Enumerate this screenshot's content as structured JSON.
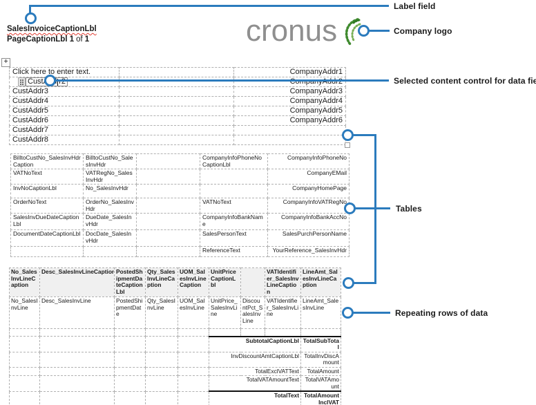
{
  "colors": {
    "callout_blue": "#2b7bbd",
    "logo_gray": "#8f8f8f",
    "logo_green": "#3f8a2e"
  },
  "annotations": {
    "label_field": "Label field",
    "company_logo": "Company logo",
    "selected_cc": "Selected content control for data field",
    "tables": "Tables",
    "repeating_rows": "Repeating rows of data"
  },
  "header": {
    "caption_label": "SalesInvoiceCaptionLbl",
    "page_caption_bold1": "PageCaptionLbl 1",
    "page_caption_mid": "of",
    "page_caption_bold2": "1",
    "logo_text": "cronus"
  },
  "address_table": {
    "placeholder_row": {
      "left": "Click here to enter text.",
      "right": "CompanyAddr1"
    },
    "selected_row": {
      "left_part1": "CustAdd",
      "left_part2": "r2",
      "right": "CompanyAddr2"
    },
    "rows": [
      {
        "left": "CustAddr3",
        "right": "CompanyAddr3"
      },
      {
        "left": "CustAddr4",
        "right": "CompanyAddr4"
      },
      {
        "left": "CustAddr5",
        "right": "CompanyAddr5"
      },
      {
        "left": "CustAddr6",
        "right": "CompanyAddr6"
      },
      {
        "left": "CustAddr7",
        "right": ""
      },
      {
        "left": "CustAddr8",
        "right": ""
      }
    ]
  },
  "info_table": {
    "rows": [
      [
        "BilltoCustNo_SalesInvHdrCaption",
        "BilltoCustNo_SalesInvHdr",
        "",
        "CompanyInfoPhoneNoCaptionLbl",
        "CompanyInfoPhoneNo"
      ],
      [
        "VATNoText",
        "VATRegNo_SalesInvHdr",
        "",
        "",
        "CompanyEMail"
      ],
      [
        "InvNoCaptionLbl",
        "No_SalesInvHdr",
        "",
        "",
        "CompanyHomePage"
      ],
      [
        "OrderNoText",
        "OrderNo_SalesInvHdr",
        "",
        "VATNoText",
        "CompanyInfoVATRegNo"
      ],
      [
        "SalesInvDueDateCaptionLbl",
        "DueDate_SalesInvHdr",
        "",
        "CompanyInfoBankName",
        "CompanyInfoBankAccNo"
      ],
      [
        "DocumentDateCaptionLbl",
        "DocDate_SalesInvHdr",
        "",
        "SalesPersonText",
        "SalesPurchPersonName"
      ],
      [
        "",
        "",
        "",
        "ReferenceText",
        "YourReference_SalesInvHdr"
      ]
    ]
  },
  "lines_table": {
    "header": [
      "No_SalesInvLineCaption",
      "Desc_SalesInvLineCaption",
      "PostedShipmentDateCaptionLbl",
      "Qty_SalesInvLineCaption",
      "UOM_SalesInvLineCaption",
      "UnitPriceCaptionLbl",
      "",
      "VATIdentifier_SalesInvLineCaption",
      "LineAmt_SalesInvLineCaption"
    ],
    "data_row": [
      "No_SalesInvLine",
      "Desc_SalesInvLine",
      "PostedShipmentDate",
      "Qty_SalesInvLine",
      "UOM_SalesInvLine",
      "UnitPrice_SalesInvLine",
      "DiscountPct_SalesInvLine",
      "VATIdentifier_SalesInvLine",
      "LineAmt_SalesInvLine"
    ],
    "totals": [
      {
        "caption": "SubtotalCaptionLbl",
        "value": "TotalSubTotal"
      },
      {
        "caption": "InvDiscountAmtCaptionLbl",
        "value": "TotalInvDiscAmount"
      },
      {
        "caption": "TotalExclVATText",
        "value": "TotalAmount"
      },
      {
        "caption": "TotalVATAmountText",
        "value": "TotalVATAmount"
      },
      {
        "caption": "TotalText",
        "value": "TotalAmountInclVAT"
      }
    ]
  }
}
